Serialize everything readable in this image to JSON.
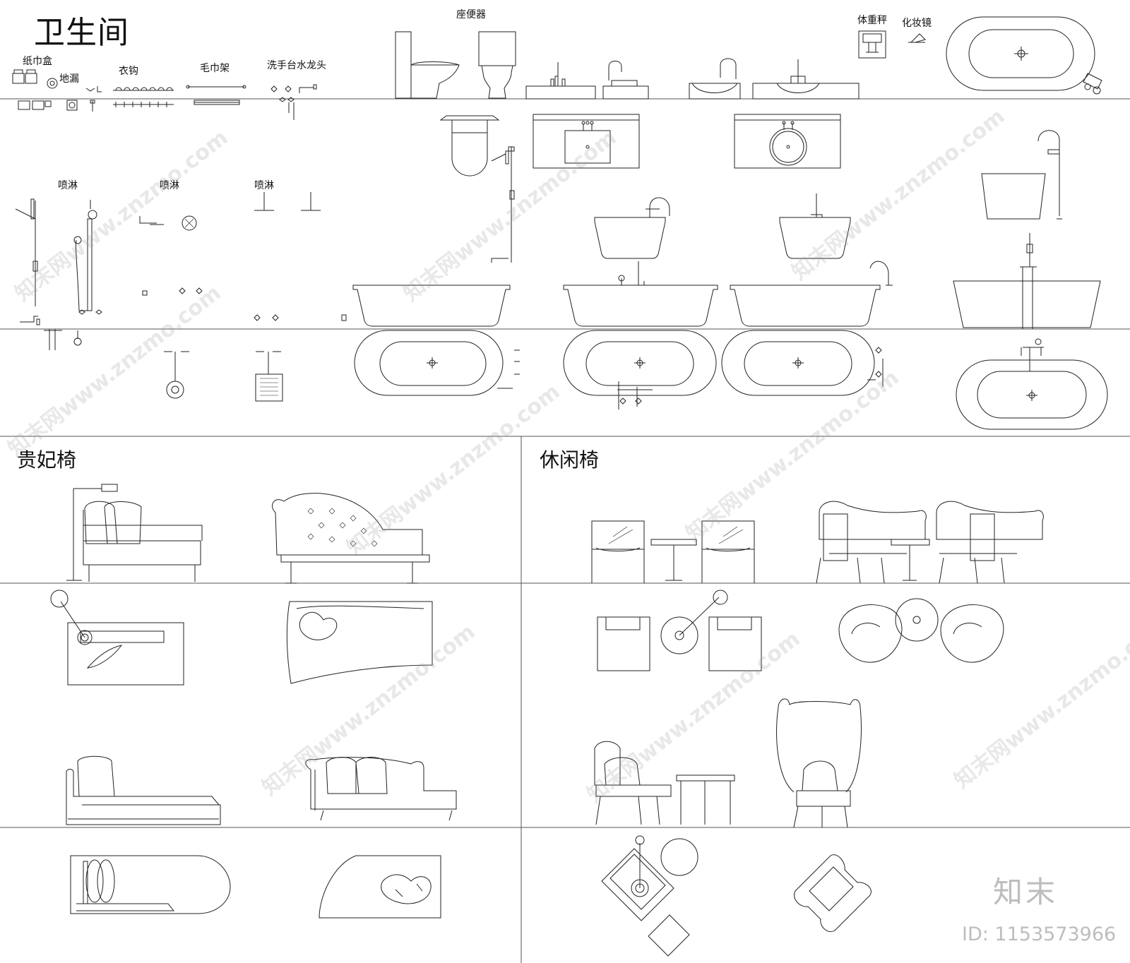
{
  "sections": {
    "bathroom": {
      "title": "卫生间",
      "labels": {
        "tissue_box": "纸巾盒",
        "floor_drain": "地漏",
        "coat_hook": "衣钩",
        "towel_rack": "毛巾架",
        "basin_faucet": "洗手台水龙头",
        "toilet": "座便器",
        "scale": "体重秤",
        "mirror": "化妆镜",
        "shower_1": "喷淋",
        "shower_2": "喷淋",
        "shower_3": "喷淋"
      }
    },
    "chaise": {
      "title": "贵妃椅"
    },
    "leisure": {
      "title": "休闲椅"
    }
  },
  "watermark": {
    "text": "知末网www.znzmo.com",
    "logo": "知末",
    "id": "ID: 1153573966"
  },
  "colors": {
    "line": "#222222",
    "grid": "#555555",
    "watermark": "#c8c8c8"
  }
}
